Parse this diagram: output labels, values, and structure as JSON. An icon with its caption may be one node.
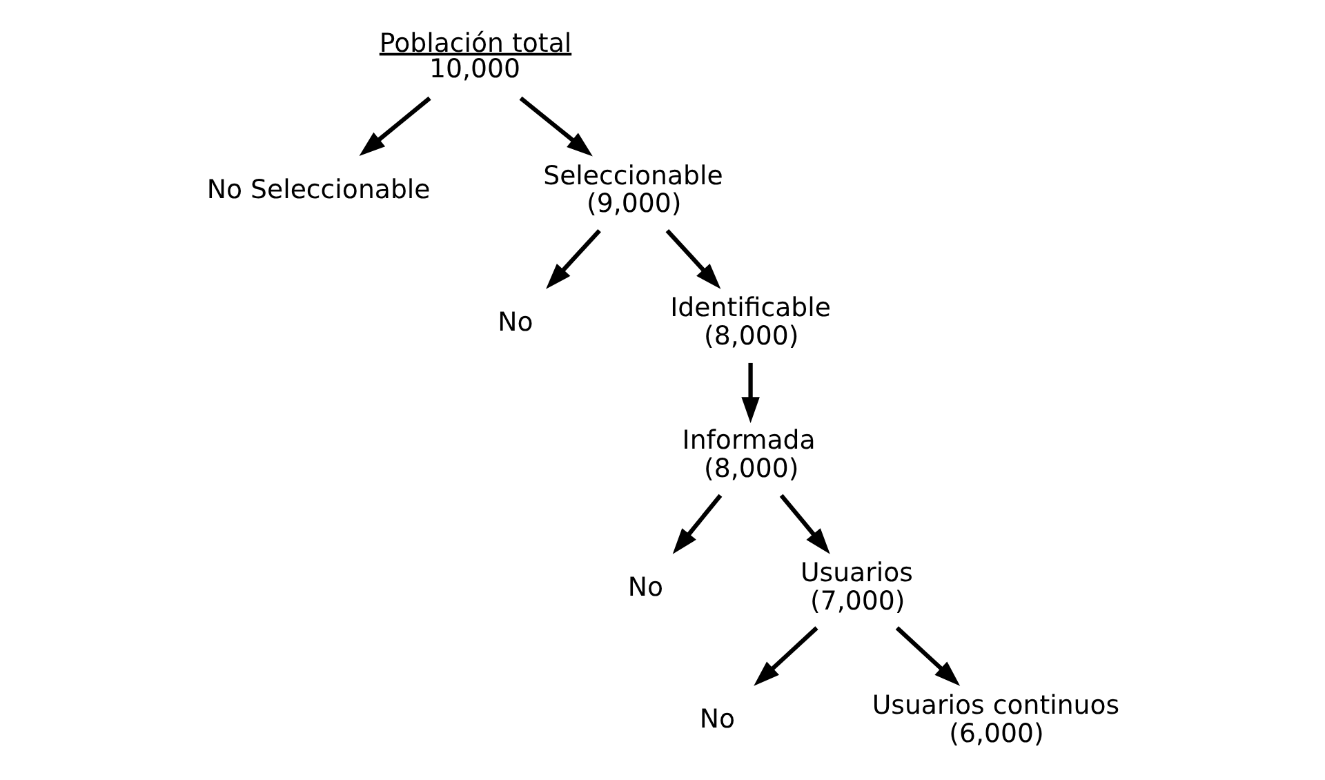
{
  "diagram": {
    "nodes": [
      {
        "text": [
          "Población total",
          "10,000"
        ]
      },
      {
        "text": [
          "No Seleccionable"
        ]
      },
      {
        "text": [
          "Seleccionable",
          "(9,000)"
        ]
      },
      {
        "text": [
          "No"
        ]
      },
      {
        "text": [
          "Identificable",
          "(8,000)"
        ]
      },
      {
        "text": [
          "Informada",
          "(8,000)"
        ]
      },
      {
        "text": [
          "No"
        ]
      },
      {
        "text": [
          "Usuarios",
          "(7,000)"
        ]
      },
      {
        "text": [
          "No"
        ]
      },
      {
        "text": [
          "Usuarios continuos",
          "(6,000)"
        ]
      }
    ],
    "edges": [
      {
        "from": 0,
        "to": 1,
        "arrow": "to"
      },
      {
        "from": 0,
        "to": 2,
        "arrow": "to"
      },
      {
        "from": 2,
        "to": 3,
        "arrow": "to"
      },
      {
        "from": 2,
        "to": 4,
        "arrow": "to"
      },
      {
        "from": 4,
        "to": 5,
        "arrow": "to"
      },
      {
        "from": 5,
        "to": 6,
        "arrow": "to"
      },
      {
        "from": 5,
        "to": 7,
        "arrow": "to"
      },
      {
        "from": 7,
        "to": 8,
        "arrow": "to"
      },
      {
        "from": 7,
        "to": 9,
        "arrow": "to"
      }
    ]
  }
}
